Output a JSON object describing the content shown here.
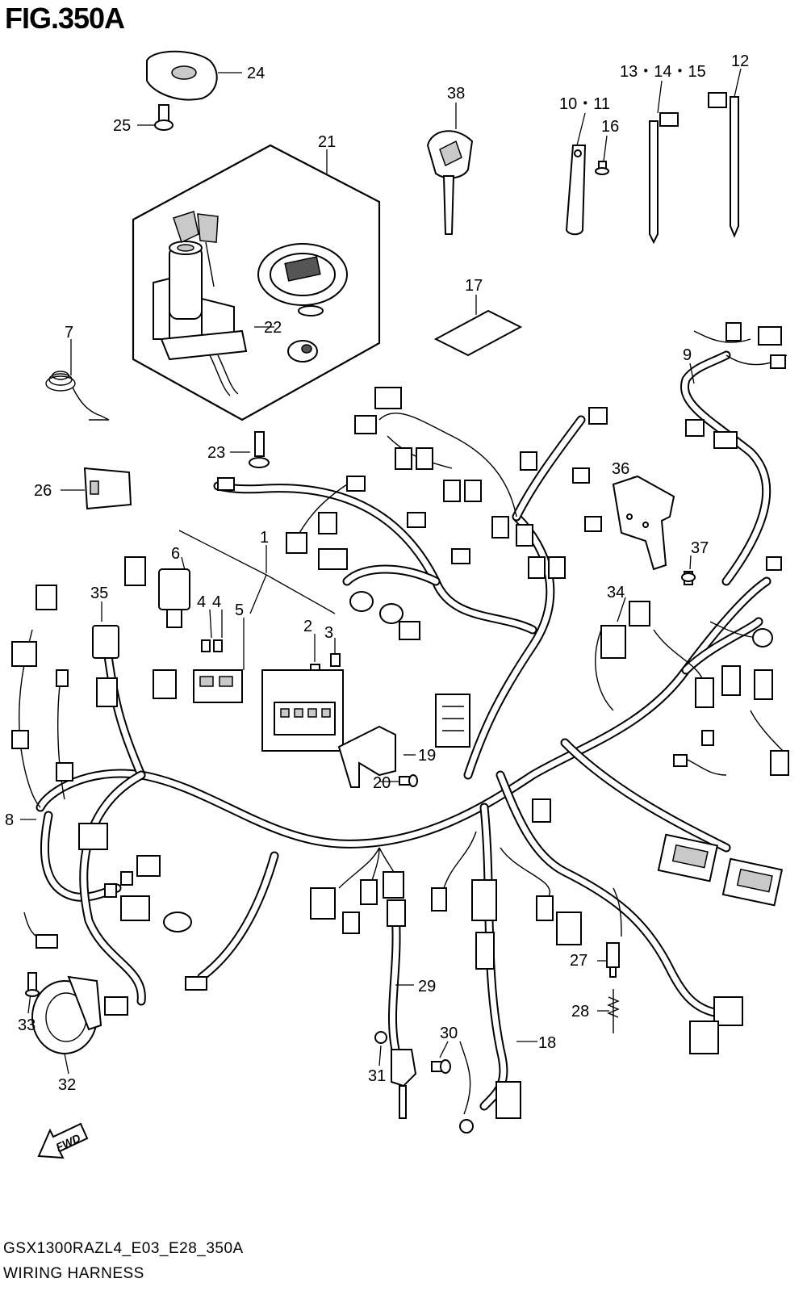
{
  "figure": {
    "title": "FIG.350A",
    "model_code": "GSX1300RAZL4_E03_E28_350A",
    "name": "WIRING HARNESS"
  },
  "fwd_badge": "FWD",
  "callouts": {
    "c1": "1",
    "c2": "2",
    "c3": "3",
    "c4a": "4",
    "c4b": "4",
    "c5": "5",
    "c6": "6",
    "c7": "7",
    "c8": "8",
    "c9": "9",
    "c10_11": "10・11",
    "c12": "12",
    "c13_14_15": "13・14・15",
    "c16": "16",
    "c17": "17",
    "c18": "18",
    "c19": "19",
    "c20": "20",
    "c21": "21",
    "c22": "22",
    "c23": "23",
    "c24": "24",
    "c25": "25",
    "c26": "26",
    "c27": "27",
    "c28": "28",
    "c29": "29",
    "c30": "30",
    "c31": "31",
    "c32": "32",
    "c33": "33",
    "c34": "34",
    "c35": "35",
    "c36": "36",
    "c37": "37",
    "c38": "38"
  }
}
